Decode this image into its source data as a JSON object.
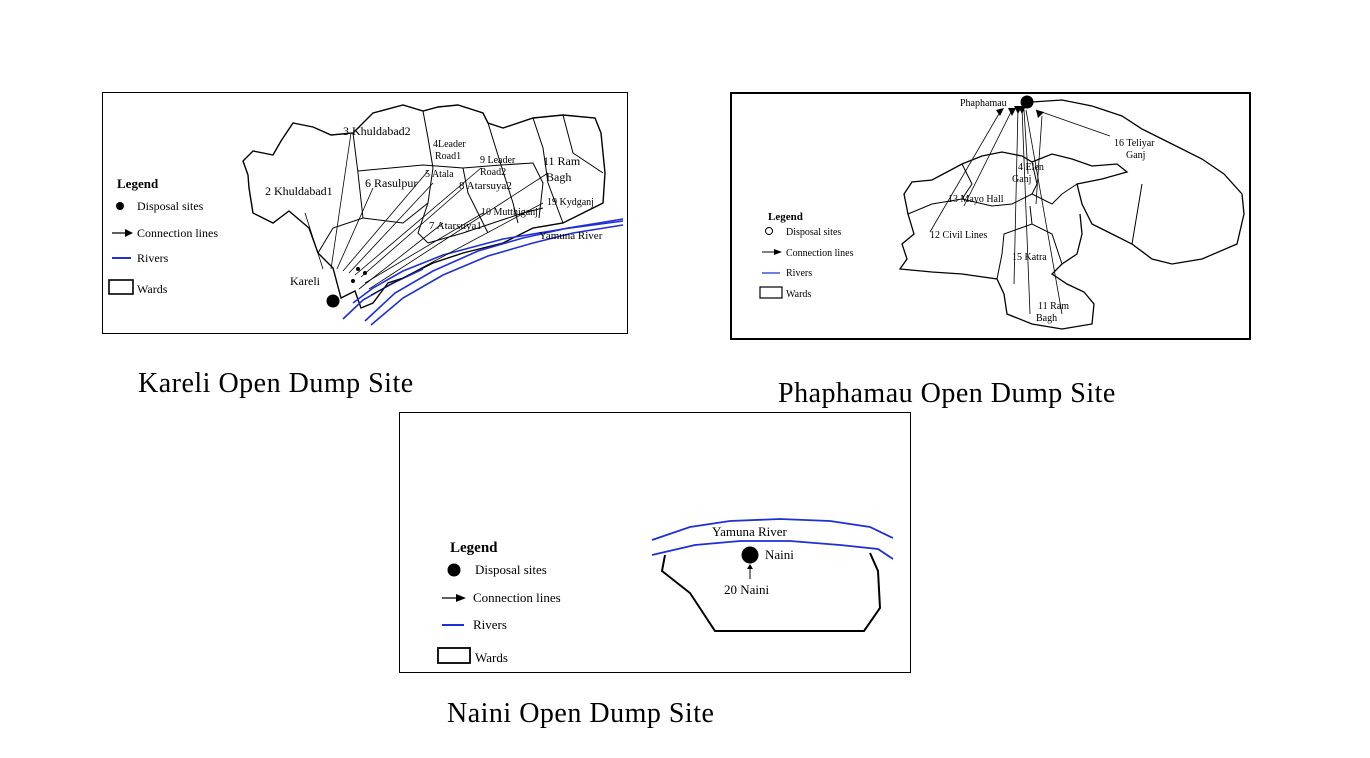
{
  "captions": {
    "kareli": "Kareli Open Dump Site",
    "phaphamau": "Phaphamau Open Dump Site",
    "naini": "Naini Open Dump Site"
  },
  "legend": {
    "title": "Legend",
    "disposal_sites": "Disposal sites",
    "connection_lines": "Connection lines",
    "rivers": "Rivers",
    "wards": "Wards"
  },
  "kareli_map": {
    "site": "Kareli",
    "river": "Yamuna River",
    "wards": [
      "2 Khuldabad1",
      "3 Khuldabad2",
      "4 Leader Road1",
      "9 Leader Road2",
      "11 Ram Bagh",
      "6 Rasulpur",
      "5 Atala",
      "8 Atarsuya2",
      "10 Mutthiganj",
      "19 Kydganj",
      "7 Atarsuya1"
    ]
  },
  "phaphamau_map": {
    "site": "Phaphamau",
    "wards": [
      "16 Teliyar Ganj",
      "4 Elen Ganj",
      "13 Mayo Hall",
      "12 Civil Lines",
      "15 Katra",
      "11 Ram Bagh"
    ]
  },
  "naini_map": {
    "site": "Naini",
    "river": "Yamuna River",
    "ward": "20 Naini"
  },
  "colors": {
    "river": "#1f2fd6",
    "ink": "#000000"
  }
}
